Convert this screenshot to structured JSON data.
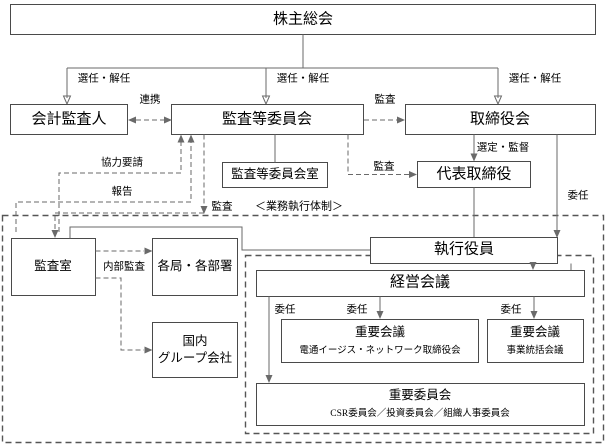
{
  "diagram": {
    "title": "株主総会",
    "region_label": "＜業務執行体制＞",
    "nodes": {
      "shareholders_meeting": "株主総会",
      "accounting_auditor": "会計監査人",
      "audit_committee": "監査等委員会",
      "board_of_directors": "取締役会",
      "audit_committee_office": "監査等委員会室",
      "representative_director": "代表取締役",
      "executive_officers": "執行役員",
      "audit_office": "監査室",
      "departments": "各局・各部署",
      "domestic_group_line1": "国内",
      "domestic_group_line2": "グループ会社",
      "management_meeting": "経営会議",
      "important_meeting_1_title": "重要会議",
      "important_meeting_1_sub": "電通イージス・ネットワーク取締役会",
      "important_meeting_2_title": "重要会議",
      "important_meeting_2_sub": "事業統括会議",
      "important_committee_title": "重要委員会",
      "important_committee_sub": "CSR委員会／投資委員会／組織人事委員会"
    },
    "edge_labels": {
      "appoint_dismiss_left": "選任・解任",
      "appoint_dismiss_center": "選任・解任",
      "appoint_dismiss_right": "選任・解任",
      "cooperation": "連携",
      "audit_to_board": "監査",
      "audit_to_repdir": "監査",
      "audit_down": "監査",
      "select_supervise": "選定・監督",
      "delegation_right": "委任",
      "cooperation_request": "協力要請",
      "report": "報告",
      "internal_audit": "内部監査",
      "delegation_1": "委任",
      "delegation_2": "委任",
      "delegation_3": "委任"
    },
    "colors": {
      "box_stroke": "#4a4a4a",
      "line": "#6a6a6a",
      "text": "#000000",
      "background": "#ffffff"
    }
  }
}
